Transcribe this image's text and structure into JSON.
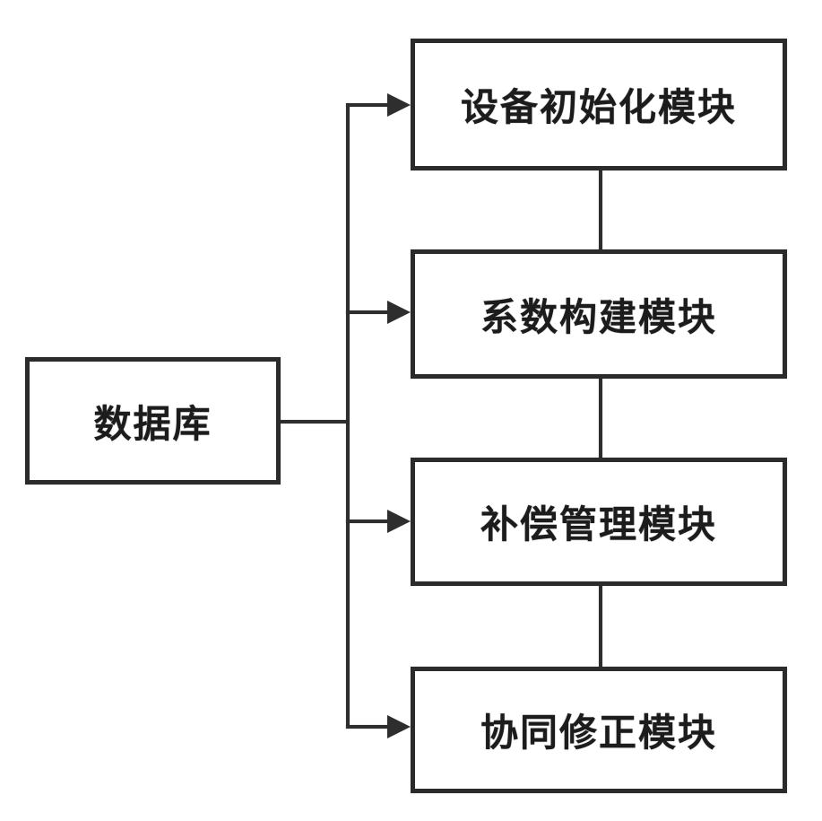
{
  "diagram": {
    "kind": "block-diagram",
    "nodes": {
      "database": {
        "label": "数据库"
      },
      "module1": {
        "label": "设备初始化模块"
      },
      "module2": {
        "label": "系数构建模块"
      },
      "module3": {
        "label": "补偿管理模块"
      },
      "module4": {
        "label": "协同修正模块"
      }
    },
    "edges": [
      {
        "from": "database",
        "to": "module1",
        "arrow": true
      },
      {
        "from": "database",
        "to": "module2",
        "arrow": true
      },
      {
        "from": "database",
        "to": "module3",
        "arrow": true
      },
      {
        "from": "database",
        "to": "module4",
        "arrow": true
      },
      {
        "from": "module1",
        "to": "module2",
        "arrow": false
      },
      {
        "from": "module2",
        "to": "module3",
        "arrow": false
      },
      {
        "from": "module3",
        "to": "module4",
        "arrow": false
      }
    ]
  },
  "colors": {
    "line": "#2e2e2e",
    "border": "#2b2b2b",
    "text": "#1c1c1c",
    "background": "#ffffff"
  }
}
